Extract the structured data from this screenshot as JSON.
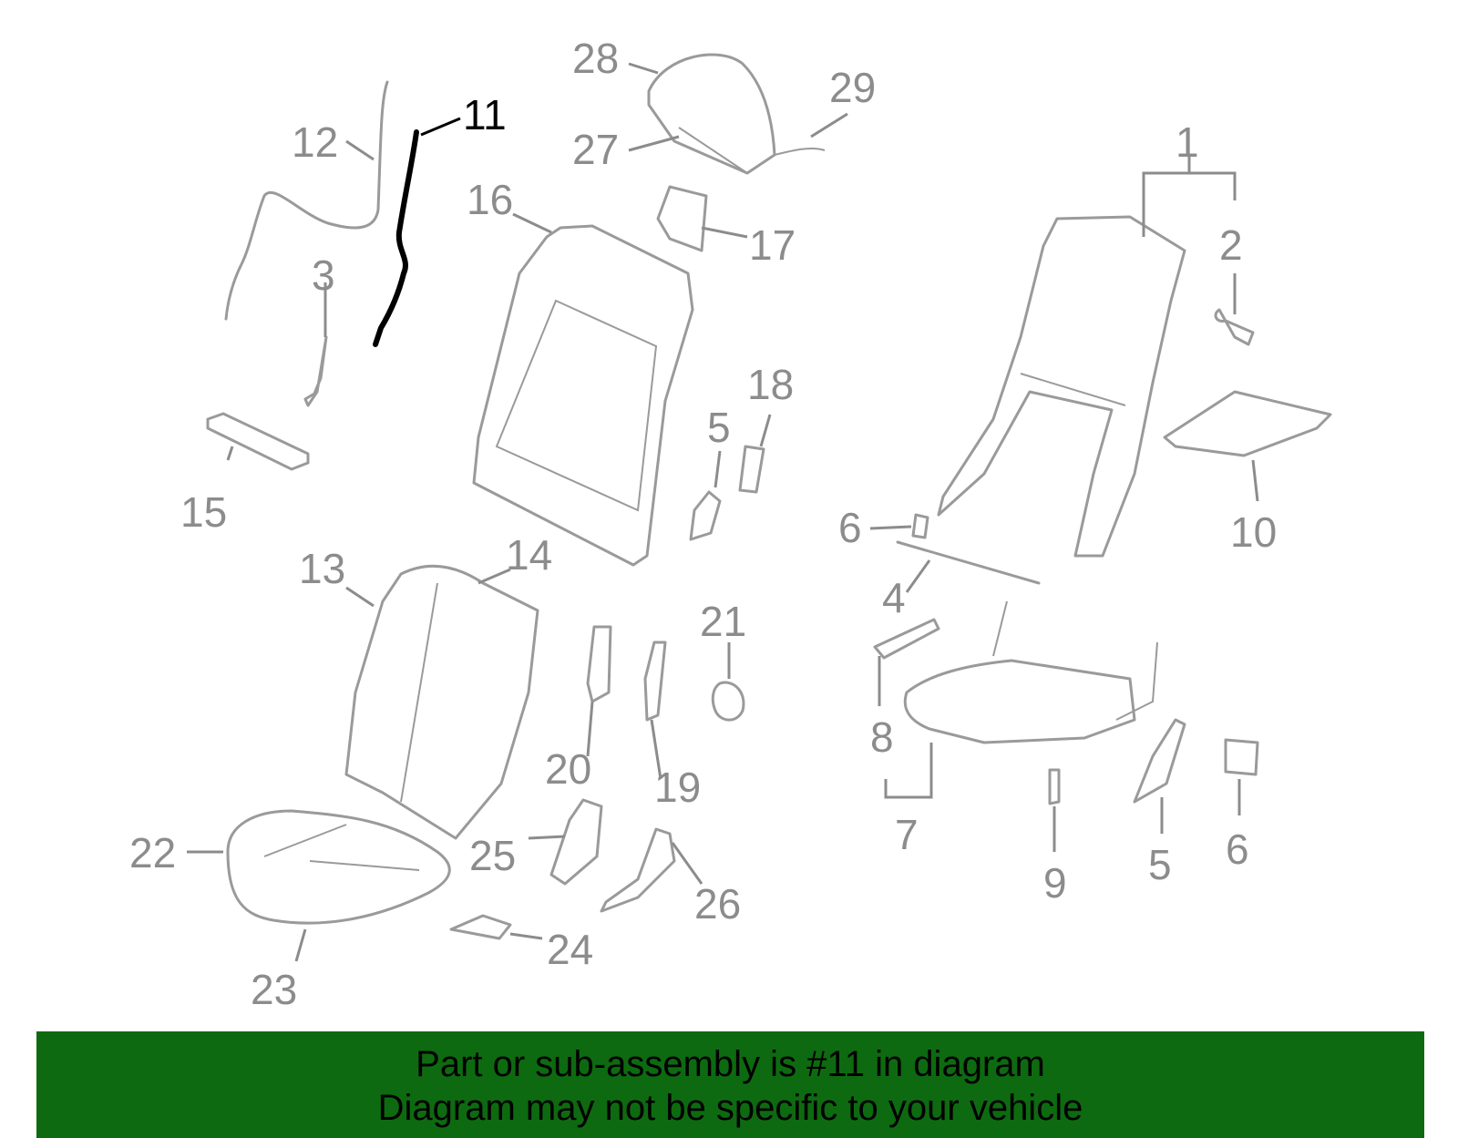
{
  "diagram": {
    "highlight_color": "#000000",
    "part_color": "#9a9a9a",
    "callouts": [
      {
        "id": "c1",
        "text": "1"
      },
      {
        "id": "c2",
        "text": "2"
      },
      {
        "id": "c3",
        "text": "3"
      },
      {
        "id": "c4",
        "text": "4"
      },
      {
        "id": "c5a",
        "text": "5"
      },
      {
        "id": "c5b",
        "text": "5"
      },
      {
        "id": "c6a",
        "text": "6"
      },
      {
        "id": "c6b",
        "text": "6"
      },
      {
        "id": "c7",
        "text": "7"
      },
      {
        "id": "c8",
        "text": "8"
      },
      {
        "id": "c9",
        "text": "9"
      },
      {
        "id": "c10",
        "text": "10"
      },
      {
        "id": "c11",
        "text": "11"
      },
      {
        "id": "c12",
        "text": "12"
      },
      {
        "id": "c13",
        "text": "13"
      },
      {
        "id": "c14",
        "text": "14"
      },
      {
        "id": "c15",
        "text": "15"
      },
      {
        "id": "c16",
        "text": "16"
      },
      {
        "id": "c17",
        "text": "17"
      },
      {
        "id": "c18",
        "text": "18"
      },
      {
        "id": "c19",
        "text": "19"
      },
      {
        "id": "c20",
        "text": "20"
      },
      {
        "id": "c21",
        "text": "21"
      },
      {
        "id": "c22",
        "text": "22"
      },
      {
        "id": "c23",
        "text": "23"
      },
      {
        "id": "c24",
        "text": "24"
      },
      {
        "id": "c25",
        "text": "25"
      },
      {
        "id": "c26",
        "text": "26"
      },
      {
        "id": "c27",
        "text": "27"
      },
      {
        "id": "c28",
        "text": "28"
      },
      {
        "id": "c29",
        "text": "29"
      }
    ],
    "highlighted_part": "11"
  },
  "banner": {
    "background": "#0e6a10",
    "line1": "Part or sub-assembly is #11 in diagram",
    "line2": "Diagram may not be specific to your vehicle"
  }
}
